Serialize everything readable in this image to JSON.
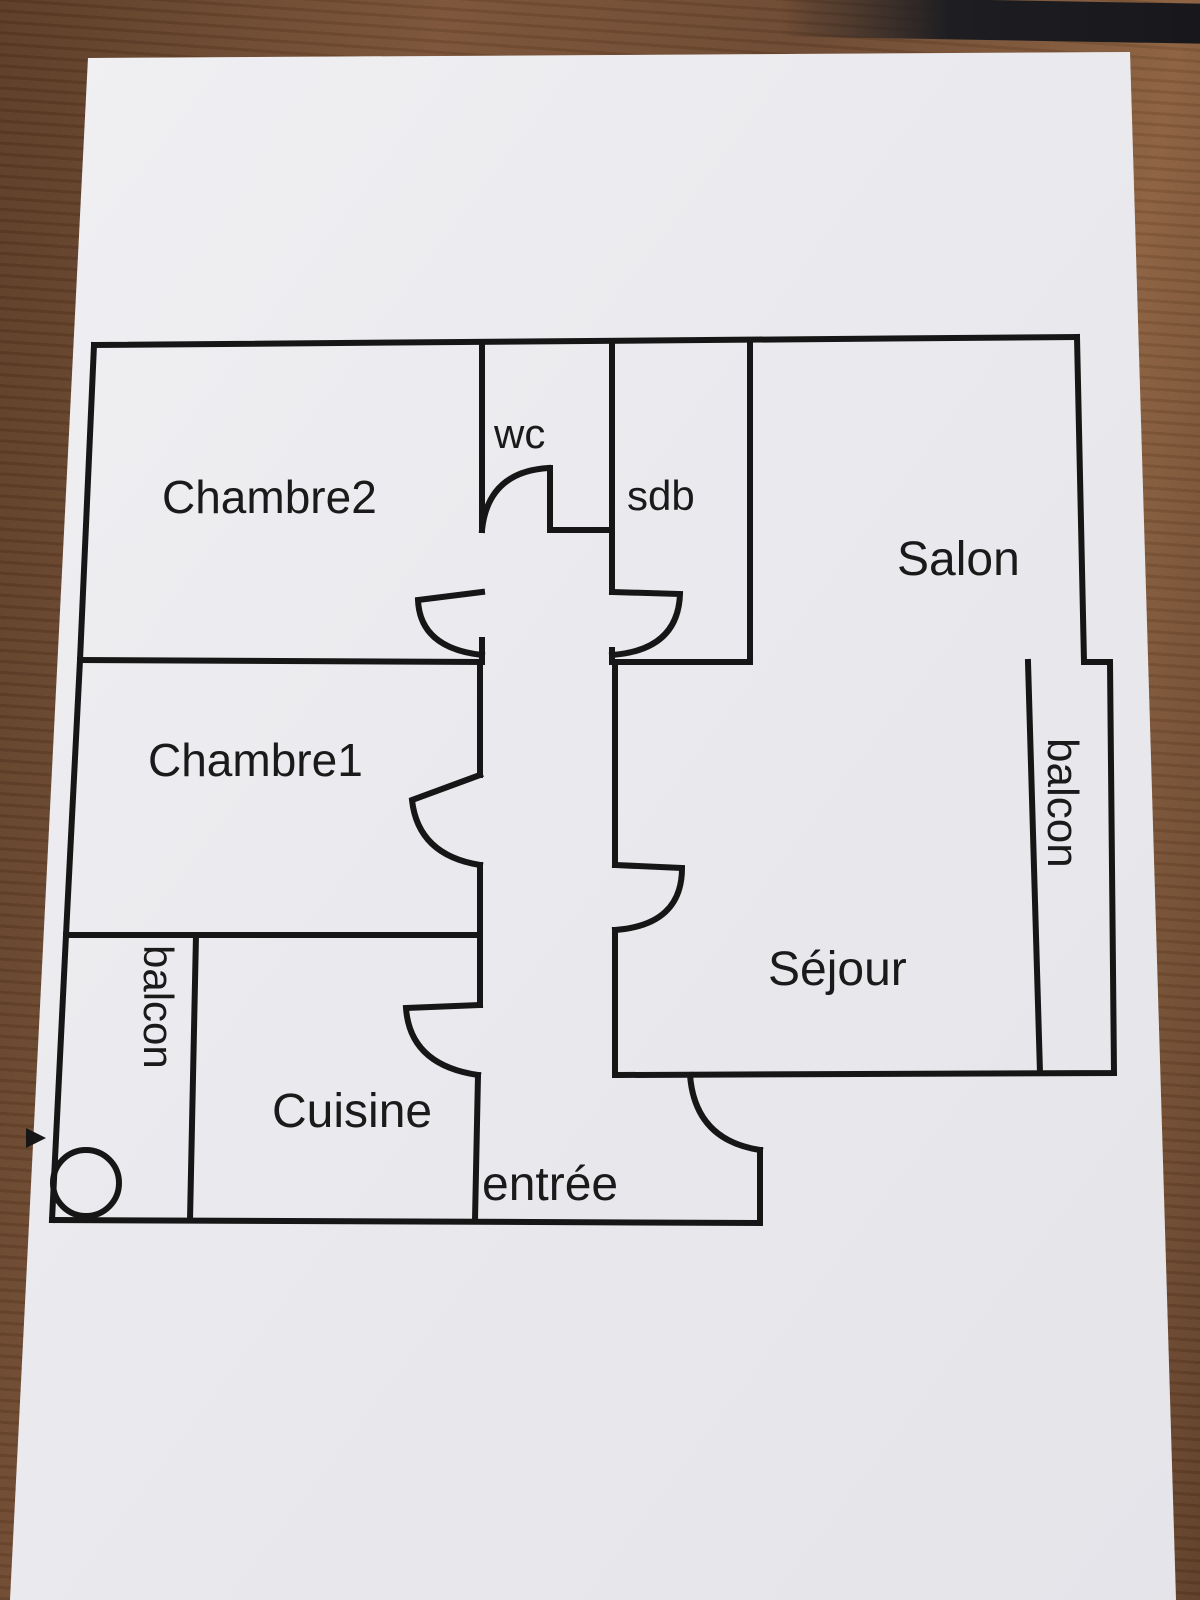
{
  "plan": {
    "rooms": {
      "chambre2": "Chambre2",
      "wc": "wc",
      "sdb": "sdb",
      "salon": "Salon",
      "chambre1": "Chambre1",
      "balcon_right": "balcon",
      "sejour": "Séjour",
      "balcon_left": "balcon",
      "cuisine": "Cuisine",
      "entree": "entrée"
    }
  },
  "colors": {
    "paper": "#ededf0",
    "wall": "#161616",
    "wood": "#6b472f"
  }
}
